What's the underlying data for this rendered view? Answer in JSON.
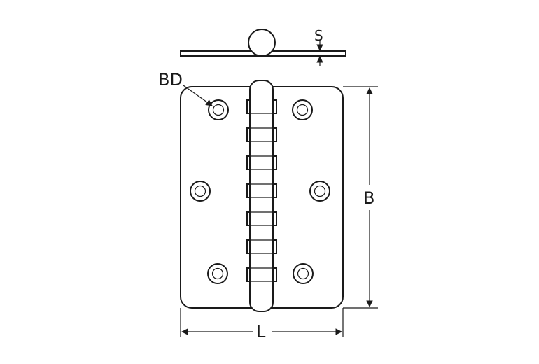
{
  "labels": {
    "thickness": "S",
    "bore_diameter": "BD",
    "height": "B",
    "length": "L"
  },
  "hinge": {
    "knuckle_count": 7,
    "holes_per_leaf": 3
  },
  "colors": {
    "line": "#1a1a1a",
    "background": "#ffffff"
  }
}
